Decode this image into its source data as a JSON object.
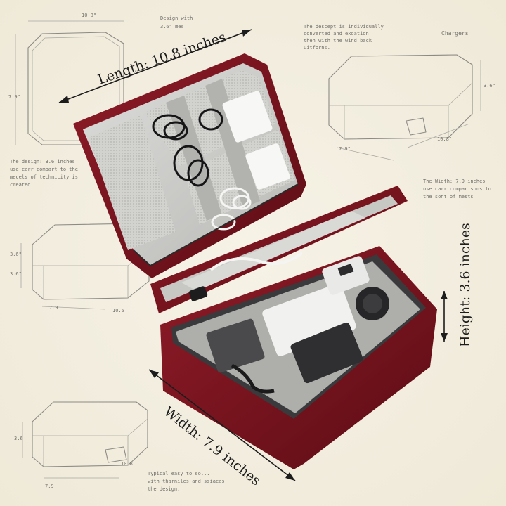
{
  "labels": {
    "length": "Length: 10.8 inches",
    "height": "Height: 3.6 inches",
    "width": "Width: 7.9 inches"
  },
  "notes": {
    "design_top": "Design with",
    "design_top_2": "3.6\" mes",
    "descept_1": "The descept is individually",
    "descept_2": "converted and exoation",
    "descept_3": "then with the wind back",
    "descept_4": "uitforns.",
    "chargers": "Chargers",
    "design_left_1": "The design: 3.6 inches",
    "design_left_2": "use carr compart to the",
    "design_left_3": "mecels of technicity is",
    "design_left_4": "created.",
    "width_note_1": "The Width: 7.9 inches",
    "width_note_2": "use carr comparisons to",
    "width_note_3": "the sont of mests",
    "typical_1": "Typical easy to so...",
    "typical_2": "with tharniles and ssiacas",
    "typical_3": "the design."
  },
  "sketch_dims": {
    "tl_width": "10.8\"",
    "tl_height": "7.9\"",
    "tr_height": "3.6\"",
    "tr_width": "7.9\"",
    "tr_length": "10.8\"",
    "ml_height_a": "3.6\"",
    "ml_height_b": "3.6\"",
    "ml_width_a": "7.9",
    "ml_width_b": "10.5",
    "bl_height": "3.6",
    "bl_width": "7.9",
    "bl_length": "10.8"
  },
  "colors": {
    "background": "#f3efe2",
    "bag_fabric": "#7a1620",
    "lining": "#c9c9c6",
    "ink": "#1c1c1c"
  }
}
